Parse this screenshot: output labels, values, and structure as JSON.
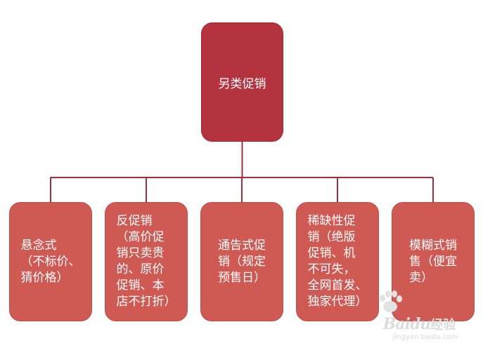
{
  "root": {
    "label": "另类促销"
  },
  "children": [
    {
      "label": "悬念式\n（不标价、\n猜价格）"
    },
    {
      "label": "反促销\n（高价促\n销只卖贵\n的、原价\n促销、本\n店不打折）"
    },
    {
      "label": "通告式促\n销（规定\n预售日）"
    },
    {
      "label": "稀缺性促\n销（绝版\n促销、机\n不可失，\n全网首发、\n独家代理）"
    },
    {
      "label": "模糊式销\n售（便宜\n卖）"
    }
  ],
  "watermark": {
    "brand": "Bai",
    "brand_mid": "du",
    "brand_sub": "经验",
    "url": "jingyan.baidu.com"
  },
  "colors": {
    "root": "#b5323f",
    "child": "#cf5953",
    "connector": "#a02f39"
  }
}
